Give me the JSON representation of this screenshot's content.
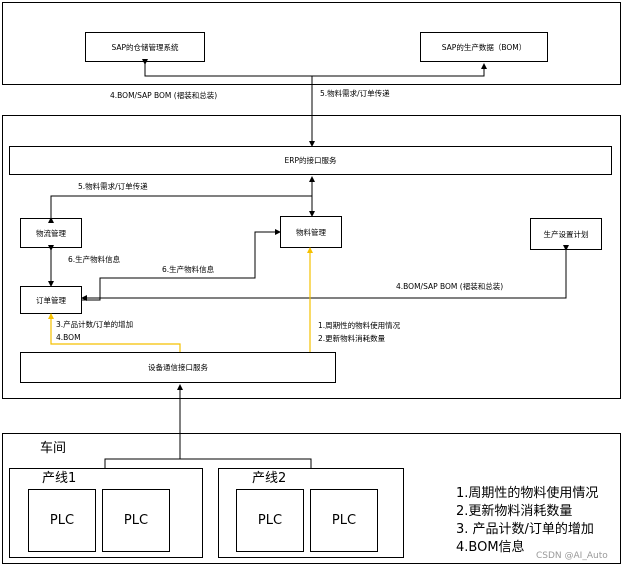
{
  "sap_panel": {
    "warehouse_box": "SAP的仓储管理系统",
    "production_box": "SAP的生产数据（BOM）"
  },
  "between_labels": {
    "bom_label": "4.BOM/SAP BOM (褶装和总装)",
    "demand_label": "5.物料需求/订单传递"
  },
  "erp_panel": {
    "erp_box": "ERP的接口服务",
    "logistics_box": "物流管理",
    "material_box": "物料管理",
    "plan_box": "生产设置计划",
    "order_box": "订单管理",
    "device_box": "设备通信接口服务",
    "demand_label": "5.物料需求/订单传递",
    "prod_info_label_a": "6.生产物料信息",
    "prod_info_label_b": "6.生产物料信息",
    "bom_label": "4.BOM/SAP BOM (褶装和总装)",
    "count_label": "3.产品计数/订单的增加",
    "bom_short_label": "4.BOM",
    "usage_label": "1.周期性的物料使用情况",
    "consume_label": "2.更新物料消耗数量"
  },
  "workshop": {
    "title": "车间",
    "line1": {
      "label": "产线1",
      "plcs": [
        "PLC",
        "PLC"
      ]
    },
    "line2": {
      "label": "产线2",
      "plcs": [
        "PLC",
        "PLC"
      ]
    },
    "legend": [
      "1.周期性的物料使用情况",
      "2.更新物料消耗数量",
      "3. 产品计数/订单的增加",
      "4.BOM信息"
    ]
  },
  "watermark": "CSDN @AI_Auto",
  "colors": {
    "line": "#000000",
    "highlight": "#f5c000"
  }
}
